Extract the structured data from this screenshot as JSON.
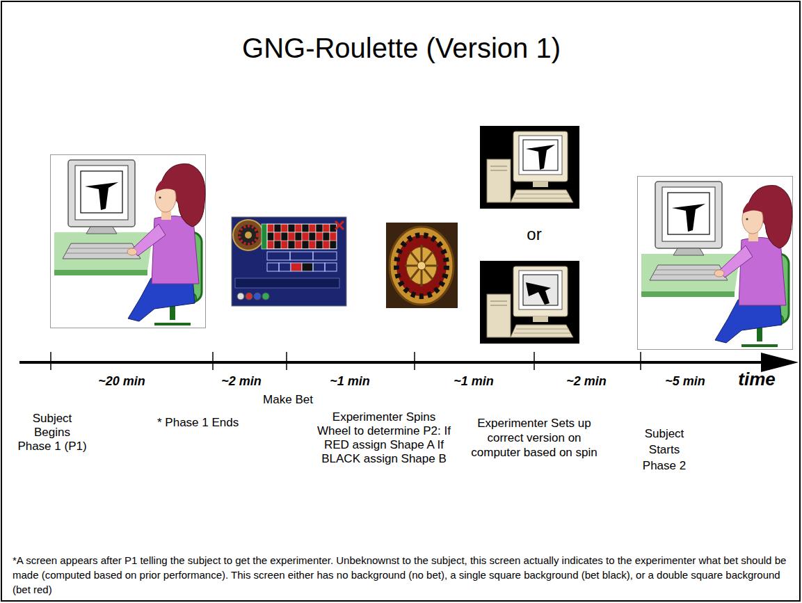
{
  "diagram": {
    "title": "GNG-Roulette (Version 1)",
    "labels": [
      "~20 min",
      "~2 min",
      "~1 min",
      "~1 min",
      "~2 min",
      "~5 min",
      "time",
      "Subject Begins Phase 1 (P1)",
      "* Phase 1 Ends",
      "Make Bet",
      "Experimenter Spins Wheel to determine P2: If RED assign Shape A If BLACK assign Shape B",
      "or",
      "Experimenter Sets up correct version on computer based on spin",
      "Subject Starts Phase 2",
      "*A screen appears after P1 telling the subject to get the experimenter.  Unbeknownst to the subject, this screen actually indicates to the experimenter what bet should be made (computed based on prior performance). This screen either has no background (no bet), a single square background (bet black), or a double square background (bet red)"
    ]
  }
}
